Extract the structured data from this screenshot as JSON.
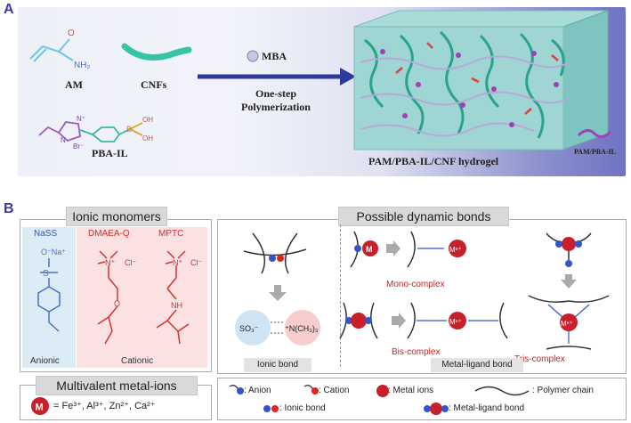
{
  "panel_a": {
    "label": "A",
    "am": "AM",
    "cnfs": "CNFs",
    "pba_il": "PBA-IL",
    "mba": "MBA",
    "process_line1": "One-step",
    "process_line2": "Polymerization",
    "hydrogel": "PAM/PBA-IL/CNF hydrogel",
    "chain_label": "PAM/PBA-IL",
    "am_nh2": "NH₂",
    "am_o": "O",
    "pba_oh1": "OH",
    "pba_oh2": "OH",
    "pba_b": "B",
    "pba_n": "N",
    "pba_nplus": "N⁺",
    "pba_br": "Br⁻"
  },
  "panel_b": {
    "label": "B",
    "ionic_monomers": "Ionic monomers",
    "nass": "NaSS",
    "dmaea": "DMAEA-Q",
    "mptc": "MPTC",
    "nass_o": "O⁻Na⁺",
    "dmaea_cl": "Cl⁻",
    "mptc_cl": "Cl⁻",
    "mptc_nh": "NH",
    "anionic": "Anionic",
    "cationic": "Cationic",
    "multivalent": "Multivalent metal-ions",
    "metal_eq": "= Fe³⁺, Al³⁺, Zn²⁺, Ca²⁺",
    "possible_bonds": "Possible dynamic bonds",
    "so3": "SO₃⁻",
    "nch3": "⁺N(CH₃)₃",
    "mono": "Mono-complex",
    "bis": "Bis-complex",
    "tris": "Tris-complex",
    "ionic_bond": "Ionic bond",
    "metal_ligand_bond": "Metal-ligand bond",
    "mn": "Mⁿ⁺",
    "m": "M"
  },
  "legend": {
    "anion": ": Anion",
    "cation": ": Cation",
    "metal_ions": ": Metal ions",
    "polymer_chain": ": Polymer chain",
    "ionic_bond": ": Ionic bond",
    "metal_ligand": ": Metal-ligand bond"
  },
  "colors": {
    "anion": "#3355cc",
    "cation": "#e02424",
    "metal": "#c8202a",
    "teal": "#3cbfa8",
    "arrow": "#2d3a9c",
    "magenta": "#a23fb8"
  }
}
